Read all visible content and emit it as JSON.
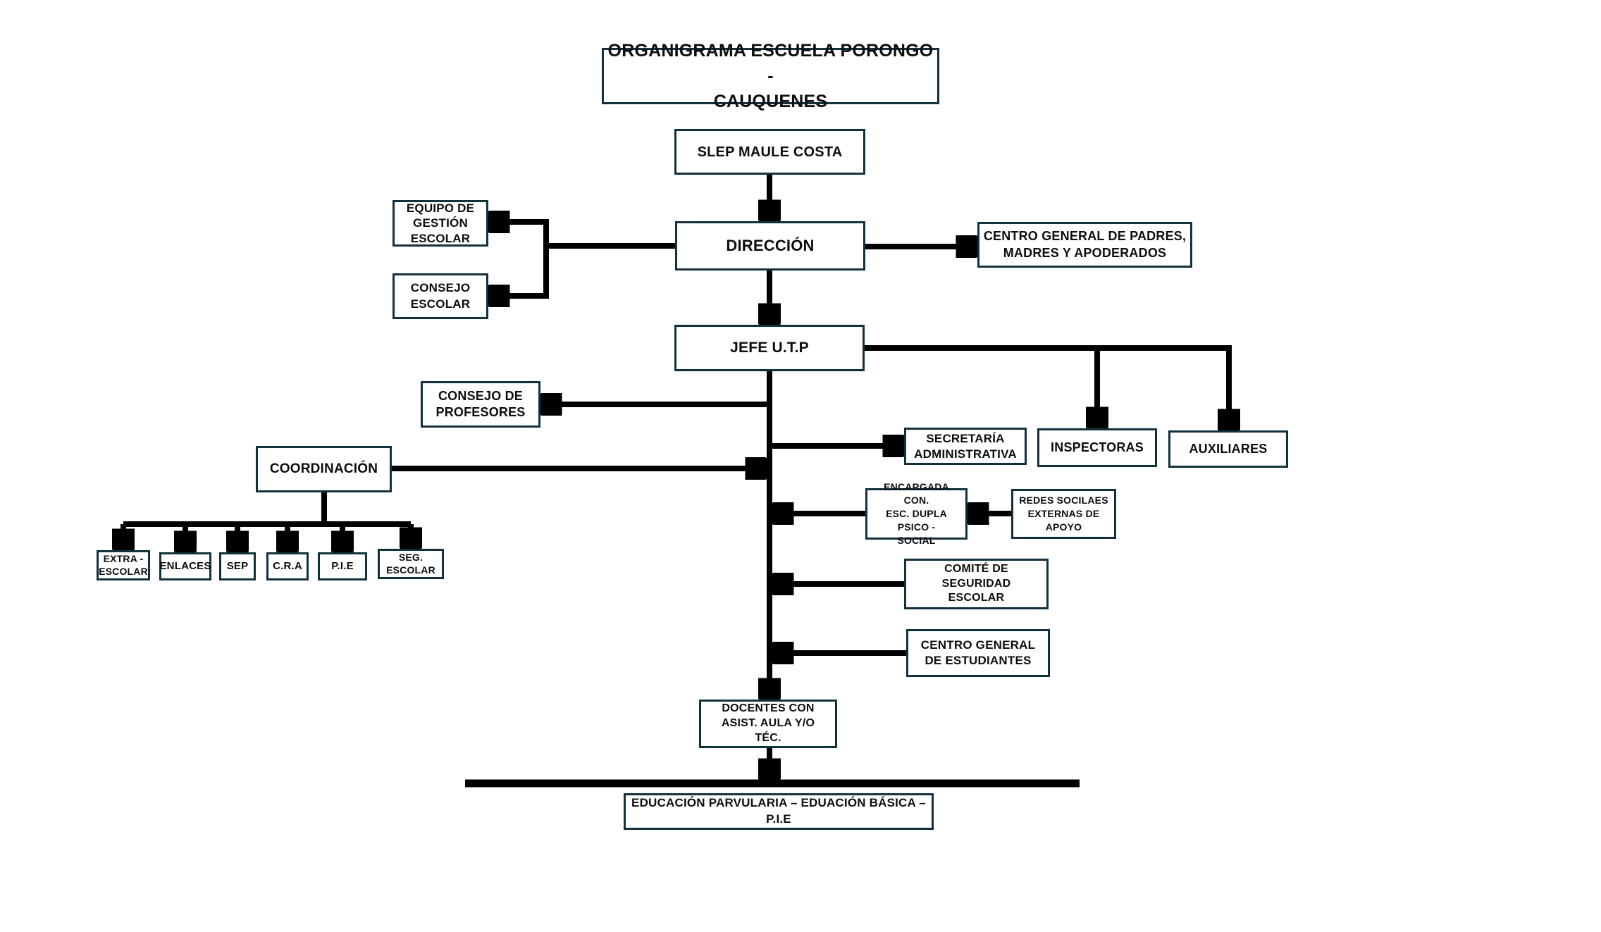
{
  "title": "ORGANIGRAMA ESCUELA PORONGO -\nCAUQUENES",
  "nodes": {
    "slep": {
      "label": "SLEP MAULE COSTA"
    },
    "direccion": {
      "label": "DIRECCIÓN"
    },
    "equipo_gestion": {
      "label": "EQUIPO DE\nGESTIÓN\nESCOLAR"
    },
    "consejo_escolar": {
      "label": "CONSEJO\nESCOLAR"
    },
    "centro_padres": {
      "label": "CENTRO GENERAL DE PADRES,\nMADRES Y APODERADOS"
    },
    "jefe_utp": {
      "label": "JEFE U.T.P"
    },
    "consejo_profesores": {
      "label": "CONSEJO DE\nPROFESORES"
    },
    "secretaria": {
      "label": "SECRETARÍA\nADMINISTRATIVA"
    },
    "inspectoras": {
      "label": "INSPECTORAS"
    },
    "auxiliares": {
      "label": "AUXILIARES"
    },
    "coordinacion": {
      "label": "COORDINACIÓN"
    },
    "extra_escolar": {
      "label": "EXTRA -\nESCOLAR"
    },
    "enlaces": {
      "label": "ENLACES"
    },
    "sep": {
      "label": "SEP"
    },
    "cra": {
      "label": "C.R.A"
    },
    "pie": {
      "label": "P.I.E"
    },
    "seg_escolar": {
      "label": "SEG.\nESCOLAR"
    },
    "encargada_dupla": {
      "label": "ENCARGADA CON.\nESC. DUPLA PSICO -\nSOCIAL"
    },
    "redes_apoyo": {
      "label": "REDES SOCILAES\nEXTERNAS DE APOYO"
    },
    "comite_seguridad": {
      "label": "COMITÉ DE\nSEGURIDAD\nESCOLAR"
    },
    "centro_estudiantes": {
      "label": "CENTRO GENERAL\nDE ESTUDIANTES"
    },
    "docentes": {
      "label": "DOCENTES CON\nASIST. AULA Y/O\nTÉC."
    },
    "educacion": {
      "label": "EDUCACIÓN PARVULARIA – EDUACIÓN BÁSICA –\nP.I.E"
    }
  },
  "colors": {
    "box_border": "#12303d",
    "connector_line": "#000000",
    "text": "#0d0d0d",
    "background": "#ffffff"
  }
}
